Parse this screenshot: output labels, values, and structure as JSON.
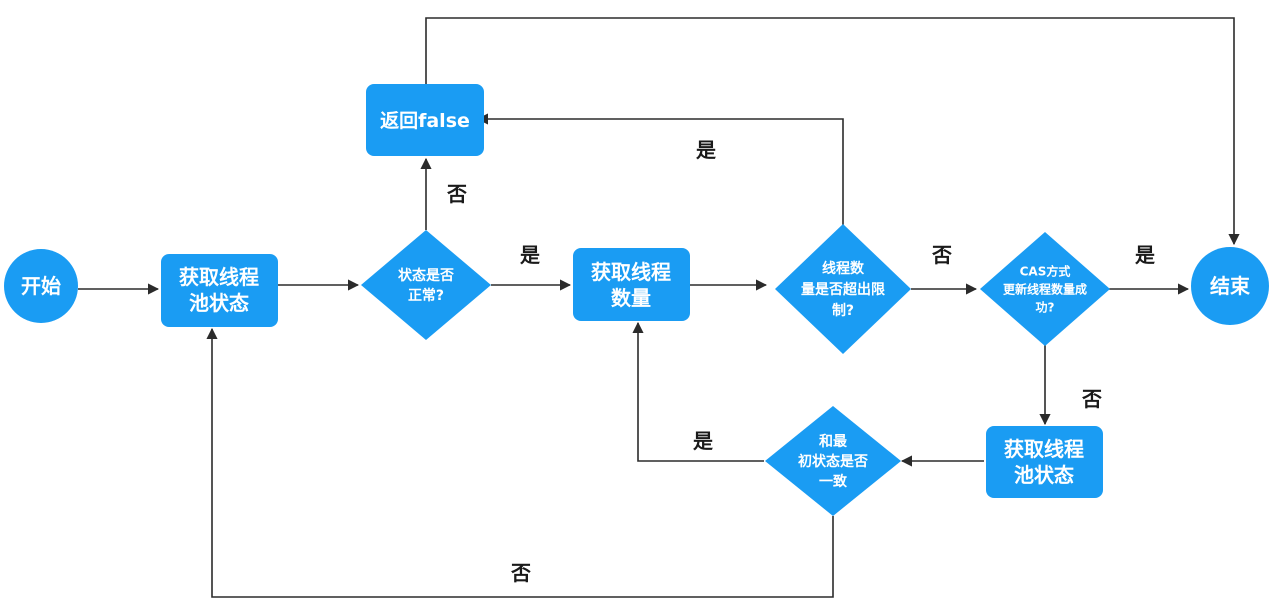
{
  "colors": {
    "node_fill": "#1a9cf3",
    "node_text": "#ffffff",
    "edge": "#2b2b2b",
    "label": "#1a1a1a"
  },
  "nodes": {
    "start": {
      "lines": [
        "开始"
      ]
    },
    "get_pool_state_1": {
      "lines": [
        "获取线程",
        "池状态"
      ]
    },
    "state_normal": {
      "lines": [
        "状态是否",
        "正常?"
      ]
    },
    "return_false": {
      "lines": [
        "返回false"
      ]
    },
    "get_thread_count": {
      "lines": [
        "获取线程",
        "数量"
      ]
    },
    "count_exceeds": {
      "lines": [
        "线程数",
        "量是否超出限",
        "制?"
      ]
    },
    "cas_update": {
      "lines": [
        "CAS方式",
        "更新线程数量成",
        "功?"
      ]
    },
    "end": {
      "lines": [
        "结束"
      ]
    },
    "get_pool_state_2": {
      "lines": [
        "获取线程",
        "池状态"
      ]
    },
    "state_consistent": {
      "lines": [
        "和最",
        "初状态是否",
        "一致"
      ]
    }
  },
  "edge_labels": {
    "normal_no": "否",
    "normal_yes": "是",
    "exceeds_yes": "是",
    "exceeds_no": "否",
    "cas_yes": "是",
    "cas_no": "否",
    "consistent_yes": "是",
    "consistent_no": "否"
  }
}
